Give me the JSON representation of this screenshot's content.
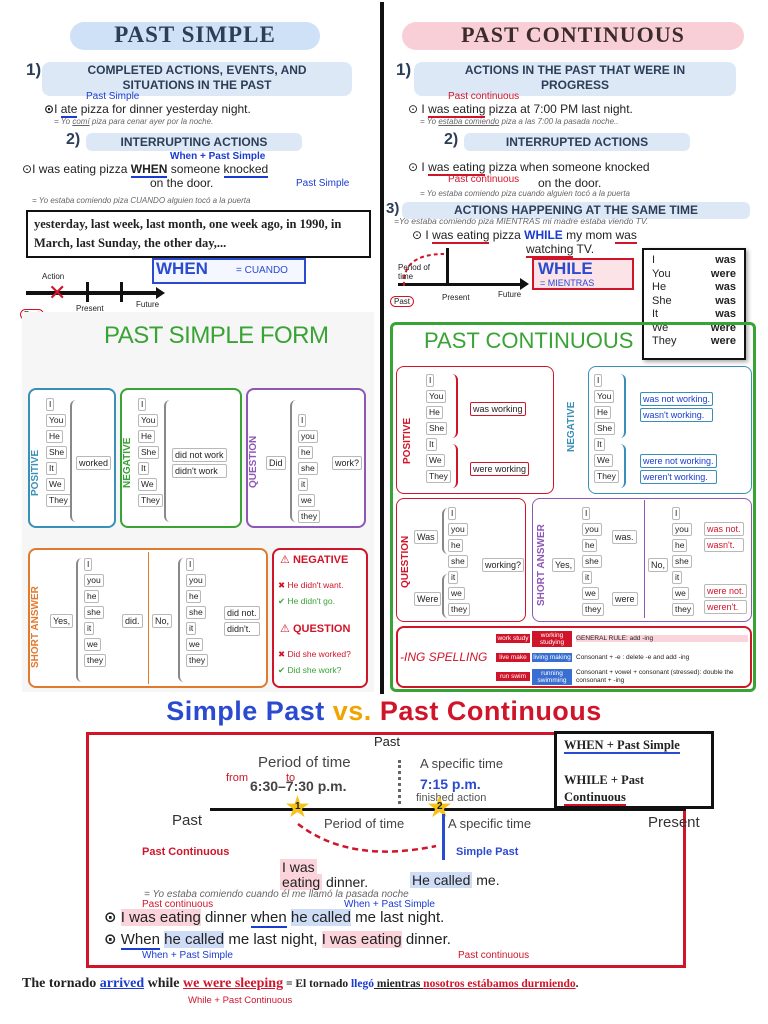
{
  "left": {
    "title": "PAST SIMPLE",
    "n1": "1)",
    "s1_line1": "COMPLETED ACTIONS, EVENTS, AND",
    "s1_line2": "SITUATIONS IN THE PAST",
    "ex1_tag": "Past Simple",
    "ex1_a": "I ",
    "ex1_verb": "ate",
    "ex1_b": " pizza for dinner yesterday night.",
    "ex1_es_a": "= Yo ",
    "ex1_es_verb": "comí",
    "ex1_es_b": " piza para cenar ayer por la noche.",
    "n2": "2)",
    "s2": "INTERRUPTING ACTIONS",
    "ex2_tag": "When + Past Simple",
    "ex2_a": "I was eating pizza ",
    "ex2_when": "WHEN",
    "ex2_b": " someone ",
    "ex2_verb": "knocked",
    "ex2_c": "on the door.",
    "ex2_tag2": "Past Simple",
    "ex2_es": "= Yo estaba comiendo piza CUANDO alguien tocó a la puerta",
    "time_words": "yesterday, last week, last month, one week ago, in 1990, in March, last Sunday, the other day,...",
    "when_word": "WHEN",
    "when_es": "= CUANDO",
    "tl_action": "Action",
    "tl_past": "Past",
    "tl_present": "Present",
    "tl_future": "Future",
    "form_title": "PAST SIMPLE FORM",
    "lbl_positive": "POSITIVE",
    "lbl_negative": "NEGATIVE",
    "lbl_question": "QUESTION",
    "lbl_short": "SHORT ANSWER",
    "pronouns": [
      "I",
      "You",
      "He",
      "She",
      "It",
      "We",
      "They"
    ],
    "pronouns_lc": [
      "I",
      "you",
      "he",
      "she",
      "it",
      "we",
      "they"
    ],
    "worked": "worked",
    "did_not_work": "did not work",
    "didnt_work": "didn't work",
    "did": "Did",
    "work_q": "work?",
    "yes": "Yes,",
    "did_short": "did.",
    "no": "No,",
    "did_not": "did not.",
    "didnt": "didn't.",
    "neg_title": "NEGATIVE",
    "neg_wrong": "He didn't want.",
    "neg_right": "He didn't go.",
    "q_title": "QUESTION",
    "q_wrong": "Did she worked?",
    "q_right": "Did she work?"
  },
  "right": {
    "title": "PAST CONTINUOUS",
    "n1": "1)",
    "s1_line1": "ACTIONS IN THE PAST THAT WERE IN",
    "s1_line2": "PROGRESS",
    "ex1_tag": "Past continuous",
    "ex1_a": "I ",
    "ex1_verb": "was eating",
    "ex1_b": " pizza at 7:00 PM last night.",
    "ex1_es_a": "= Yo ",
    "ex1_es_verb": "estaba comiendo",
    "ex1_es_b": " piza a las 7:00 la pasada noche..",
    "n2": "2)",
    "s2": "INTERRUPTED ACTIONS",
    "ex2_a": "I ",
    "ex2_verb": "was eating",
    "ex2_b": " pizza when someone knocked",
    "ex2_tag": "Past continuous",
    "ex2_c": "on the door.",
    "ex2_es": "= Yo estaba comiendo piza cuando alguien tocó a la puerta",
    "n3": "3)",
    "s3": "ACTIONS HAPPENING AT THE SAME TIME",
    "s3_es": "=Yo estaba comiendo piza MIENTRAS mi madre estaba viendo TV.",
    "ex3_a": "I ",
    "ex3_verb": "was eating",
    "ex3_b": " pizza ",
    "ex3_while": "WHILE",
    "ex3_c": " my mom ",
    "ex3_was": "was",
    "ex3_watching": "watching",
    "ex3_d": " TV.",
    "tl_period": "Period of time",
    "tl_past": "Past",
    "tl_present": "Present",
    "tl_future": "Future",
    "while_word": "WHILE",
    "while_es": "= MIENTRAS",
    "was_were_pron": [
      "I",
      "You",
      "He",
      "She",
      "It",
      "We",
      "They"
    ],
    "was_were_verb": [
      "was",
      "were",
      "was",
      "was",
      "was",
      "were",
      "were"
    ],
    "form_title": "PAST CONTINUOUS",
    "lbl_positive": "POSITIVE",
    "lbl_negative": "NEGATIVE",
    "lbl_question": "QUESTION",
    "lbl_short": "SHORT ANSWER",
    "was_working": "was working",
    "were_working": "were working",
    "was_not_working": "was not working.",
    "wasnt_working": "wasn't working.",
    "were_not_working": "were not working.",
    "werent_working": "weren't working.",
    "q_was": "Was",
    "q_were": "Were",
    "working_q": "working?",
    "yes": "Yes,",
    "no": "No,",
    "was_short": "was.",
    "were_short": "were",
    "was_not": "was not.",
    "wasnt": "wasn't.",
    "were_not": "were not.",
    "werent": "weren't.",
    "ing_title": "-ING SPELLING",
    "ing_rows": [
      {
        "a": "work study",
        "b": "working studying",
        "rule": "GENERAL RULE: add -ing"
      },
      {
        "a": "live make",
        "b": "living making",
        "rule": "Consonant + -e : delete -e and add -ing"
      },
      {
        "a": "run swim",
        "b": "running swimming",
        "rule": "Consonant + vowel + consonant (stressed): double the consonant + -ing"
      }
    ]
  },
  "bottom": {
    "title_a": "Simple Past ",
    "title_vs": "vs.",
    "title_b": " Past Continuous",
    "past_head": "Past",
    "period": "Period of time",
    "specific": "A specific time",
    "from": "from",
    "to": "to",
    "range": "6:30–7:30 p.m.",
    "time": "7:15 p.m.",
    "finished": "finished action",
    "tl_past": "Past",
    "tl_present": "Present",
    "m1": "1",
    "m2": "2",
    "period2": "Period of time",
    "specific2": "A specific time",
    "lbl_pc": "Past Continuous",
    "lbl_sp": "Simple Past",
    "pc_box1": "I was",
    "pc_box2": "eating",
    "pc_rest": " dinner.",
    "sp_box": "He called",
    "sp_rest": " me.",
    "es_line": "= Yo estaba comiendo cuando él me llamó la pasada noche",
    "rules_when": "WHEN + Past Simple",
    "rules_while1": "WHILE + Past",
    "rules_while2": "Continuous",
    "s1_tag": "Past continuous",
    "s1_tag2": "When + Past Simple",
    "s1_a": "I was eating",
    "s1_b": " dinner ",
    "s1_when": "when",
    "s1_c": " ",
    "s1_d": "he called",
    "s1_e": " me last night.",
    "s2_a": "When",
    "s2_b": " ",
    "s2_c": "he called",
    "s2_d": " me last night, ",
    "s2_e": "I was eating",
    "s2_f": " dinner.",
    "s2_tag": "When + Past Simple",
    "s2_tag2": "Past continuous",
    "f_a": "The tornado ",
    "f_b": "arrived",
    "f_c": " while ",
    "f_d": "we were sleeping",
    "f_e": " = El tornado ",
    "f_f": "llegó",
    "f_g": " mientras ",
    "f_h": "nosotros estábamos durmiendo",
    "f_i": ".",
    "f_tag": "While + Past Continuous"
  },
  "colors": {
    "blue": "#1a3bd1",
    "red": "#d0152a",
    "green": "#3aa335",
    "orange": "#e07a2e",
    "purple": "#8c57b5",
    "teal": "#3a8fb7"
  }
}
